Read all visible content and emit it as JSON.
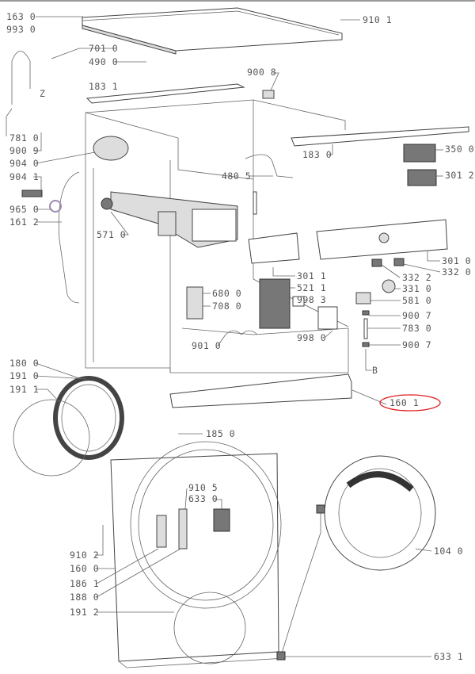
{
  "diagram": {
    "labels": {
      "l1630": "163 0",
      "l9930": "993 0",
      "l7010": "701 0",
      "l4900": "490 0",
      "l1831": "183 1",
      "lZ": "Z",
      "l7810": "781 0",
      "l9009": "900 9",
      "l9040": "904 0",
      "l9041": "904 1",
      "l9650": "965 0",
      "l1612": "161 2",
      "l5710": "571 0",
      "l4805": "480 5",
      "l9008": "900 8",
      "l9101": "910 1",
      "l1830": "183 0",
      "l3500": "350 0",
      "l3012": "301 2",
      "l3010": "301 0",
      "l3322": "332 2",
      "l3320": "332 0",
      "l3011": "301 1",
      "l5211": "521 1",
      "l9983": "998 3",
      "l9980": "998 0",
      "l6800": "680 0",
      "l7080": "708 0",
      "l9010": "901 0",
      "l3310": "331 0",
      "l5810": "581 0",
      "l9007a": "900 7",
      "l7830": "783 0",
      "l9007b": "900 7",
      "lB": "B",
      "l1601": "160 1",
      "l1800": "180 0",
      "l1910": "191 0",
      "l1911": "191 1",
      "l1850": "185 0",
      "l9105": "910 5",
      "l6330": "633 0",
      "l9102": "910 2",
      "l1600": "160 0",
      "l1861": "186 1",
      "l1880": "188 0",
      "l1912": "191 2",
      "l1040": "104 0",
      "l6331": "633 1"
    },
    "highlight_color": "#e02020"
  }
}
